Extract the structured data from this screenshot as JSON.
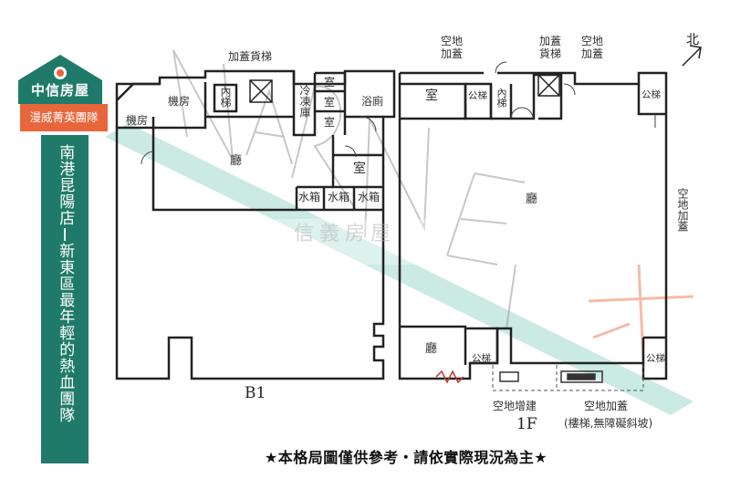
{
  "brand": {
    "name": "中信房屋",
    "team": "漫威菁英團隊",
    "store": "南港昆陽店",
    "slogan": "新東區最年輕的熱血團隊"
  },
  "floors": {
    "b1": {
      "label": "B1",
      "rooms": {
        "machine_room_left": "機房",
        "machine_room": "機房",
        "inner_elevator": "內梯",
        "freight_elevator": "加蓋貨梯",
        "freezer": "冷凍庫",
        "room1": "室",
        "room2": "室",
        "room3": "室",
        "room4": "室",
        "bathroom": "浴廁",
        "hall": "廳",
        "tank1": "水箱",
        "tank2": "水箱",
        "tank3": "水箱"
      }
    },
    "f1": {
      "label": "1F",
      "rooms": {
        "open_addition_left": "空地加蓋",
        "freight_elevator": "加蓋貨梯",
        "open_addition_top": "空地加蓋",
        "room": "室",
        "public_stair1": "公梯",
        "inner_stair": "內梯",
        "public_stair2": "公梯",
        "hall": "廳",
        "open_addition_right": "空地加蓋",
        "hall_small": "廳",
        "public_stair3": "公梯",
        "public_stair4": "公梯",
        "open_extension": "空地增建",
        "open_addition_bottom": "空地加蓋",
        "open_addition_note": "(樓梯,無障礙斜坡)"
      }
    }
  },
  "compass": "北",
  "watermark_text": "信義房屋",
  "note": "★本格局圖僅供參考・請依實際現況為主★",
  "colors": {
    "brand_green": "#1f7a69",
    "brand_orange": "#e8663c",
    "wall": "#222222",
    "diagonal_band": "#a8dcd0"
  }
}
